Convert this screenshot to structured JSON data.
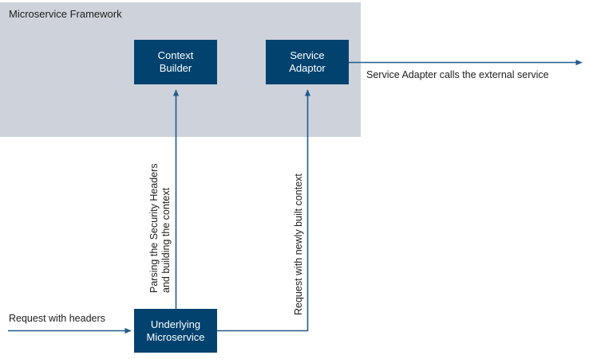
{
  "diagram": {
    "title": "Microservice Framework",
    "colors": {
      "framework_background": "#ced2da",
      "node_fill": "#01426f",
      "node_text": "#ffffff",
      "connector": "#1f5c8b",
      "label_text": "#202020",
      "canvas_background": "#ffffff"
    },
    "nodes": [
      {
        "id": "context-builder",
        "line1": "Context",
        "line2": "Builder"
      },
      {
        "id": "service-adaptor",
        "line1": "Service",
        "line2": "Adaptor"
      },
      {
        "id": "underlying-microservice",
        "line1": "Underlying",
        "line2": "Microservice"
      }
    ],
    "edge_labels": {
      "external_call": "Service Adapter calls the external service",
      "request_with_headers": "Request with headers",
      "parsing_line1": "Parsing the Security Headers",
      "parsing_line2": "and building the context",
      "request_new_context": "Request with newly built context"
    }
  }
}
